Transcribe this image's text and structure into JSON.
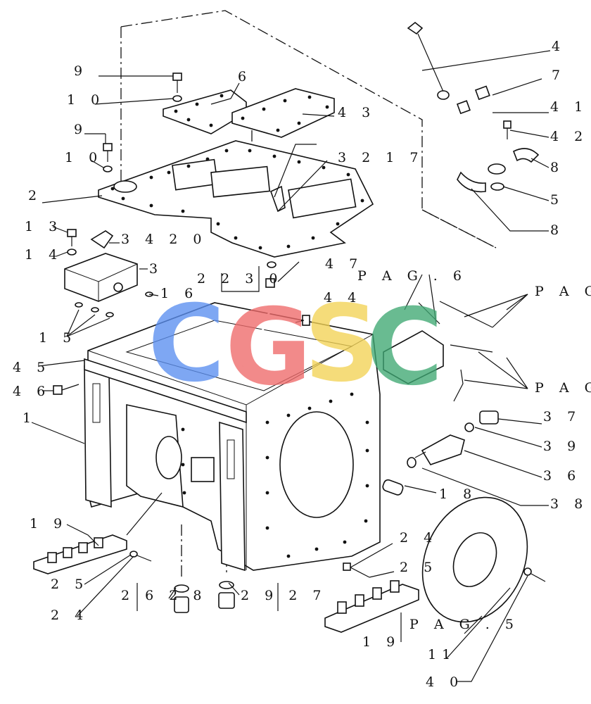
{
  "watermark": {
    "letters": [
      {
        "char": "C",
        "color": "#5b8ff0"
      },
      {
        "char": "G",
        "color": "#ef6a6a"
      },
      {
        "char": "S",
        "color": "#f3d355"
      },
      {
        "char": "C",
        "color": "#3fa873"
      }
    ]
  },
  "callouts": [
    {
      "id": "c1",
      "text": "1"
    },
    {
      "id": "c2",
      "text": "2"
    },
    {
      "id": "c3",
      "text": "3"
    },
    {
      "id": "c3420",
      "text": "3 4 2 0"
    },
    {
      "id": "c3217",
      "text": "3 2 1 7"
    },
    {
      "id": "c4",
      "text": "4"
    },
    {
      "id": "c5",
      "text": "5"
    },
    {
      "id": "c6",
      "text": "6"
    },
    {
      "id": "c7",
      "text": "7"
    },
    {
      "id": "c8a",
      "text": "8"
    },
    {
      "id": "c8b",
      "text": "8"
    },
    {
      "id": "c9a",
      "text": "9"
    },
    {
      "id": "c9b",
      "text": "9"
    },
    {
      "id": "c10a",
      "text": "1 0"
    },
    {
      "id": "c10b",
      "text": "1 0"
    },
    {
      "id": "c11",
      "text": "11"
    },
    {
      "id": "c13",
      "text": "1 3"
    },
    {
      "id": "c14",
      "text": "1 4"
    },
    {
      "id": "c15",
      "text": "1 5"
    },
    {
      "id": "c16",
      "text": "1 6"
    },
    {
      "id": "c18",
      "text": "1 8"
    },
    {
      "id": "c19a",
      "text": "1 9"
    },
    {
      "id": "c19b",
      "text": "1 9"
    },
    {
      "id": "c2230",
      "text": "2 2 3 0"
    },
    {
      "id": "c24a",
      "text": "2 4"
    },
    {
      "id": "c24b",
      "text": "2 4"
    },
    {
      "id": "c25a",
      "text": "2 5"
    },
    {
      "id": "c25b",
      "text": "2 5"
    },
    {
      "id": "c2628",
      "text": "2 6 2 8"
    },
    {
      "id": "c2927",
      "text": "2 9 2 7"
    },
    {
      "id": "c36",
      "text": "3 6"
    },
    {
      "id": "c37",
      "text": "3 7"
    },
    {
      "id": "c38",
      "text": "3 8"
    },
    {
      "id": "c39",
      "text": "3 9"
    },
    {
      "id": "c40",
      "text": "4 0"
    },
    {
      "id": "c41",
      "text": "4 1"
    },
    {
      "id": "c42",
      "text": "4 2"
    },
    {
      "id": "c43",
      "text": "4 3"
    },
    {
      "id": "c44",
      "text": "4 4"
    },
    {
      "id": "c45",
      "text": "4 5"
    },
    {
      "id": "c46",
      "text": "4 6"
    },
    {
      "id": "c47",
      "text": "4 7"
    },
    {
      "id": "pag6",
      "text": "P A G . 6"
    },
    {
      "id": "pag5",
      "text": "P A G . 5"
    },
    {
      "id": "paga",
      "text": "P A G ."
    },
    {
      "id": "pagb",
      "text": "P A G ."
    }
  ]
}
